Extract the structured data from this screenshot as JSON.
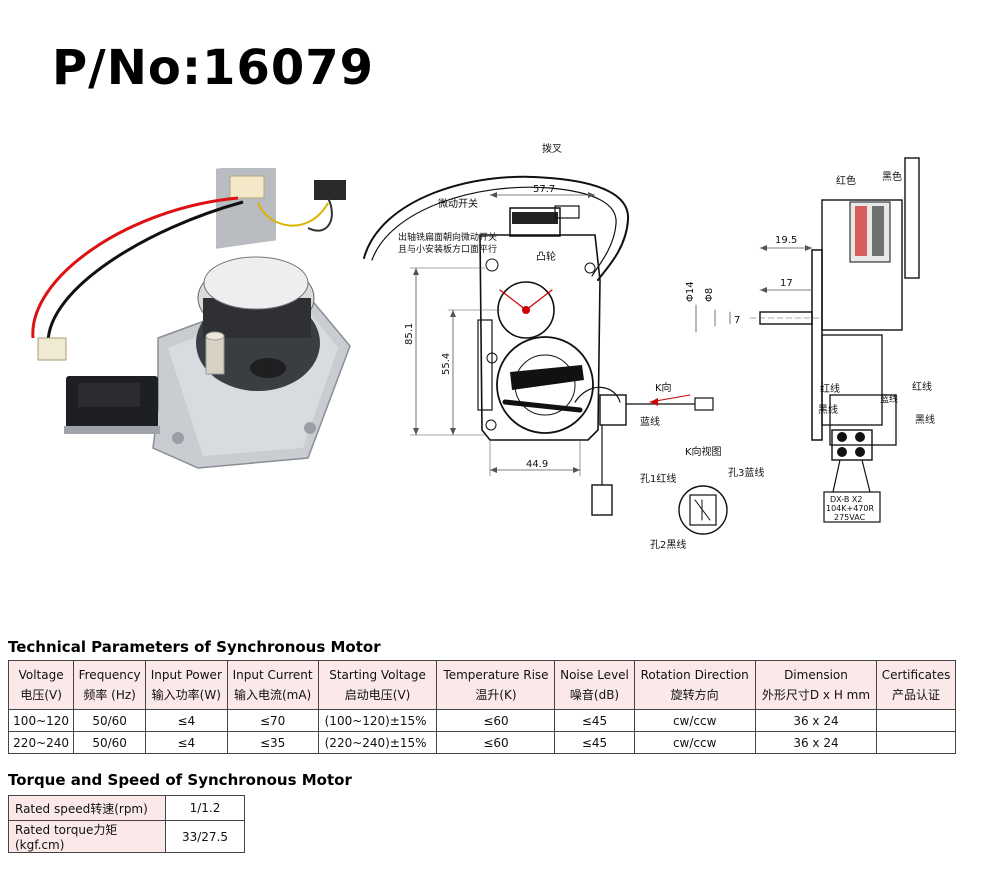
{
  "title": "P/No:16079",
  "drawing": {
    "labels": {
      "fork": "拨叉",
      "microswitch": "微动开关",
      "shaft_note_1": "出轴铣扁面朝向微动开关",
      "shaft_note_2": "且与小安装板方口面平行",
      "cam": "凸轮",
      "k_dir": "K向",
      "blue_wire": "蓝线",
      "k_view": "K向视图",
      "hole1": "孔1红线",
      "hole3": "孔3蓝线",
      "hole2": "孔2黑线",
      "red": "红色",
      "black": "黑色",
      "red_wire_l": "红线",
      "black_wire_l": "黑线",
      "red_wire_r": "红线",
      "black_wire_r": "黑线",
      "blue_wire_r": "蓝线",
      "cap_line1": "DX-B X2",
      "cap_line2": "104K+470R",
      "cap_line3": "275VAC"
    },
    "dims": {
      "d57_7": "57.7",
      "d85_1": "85.1",
      "d55_4": "55.4",
      "d44_9": "44.9",
      "d19_5": "19.5",
      "d17": "17",
      "d14": "Φ14",
      "d8": "Φ8",
      "d7": "7"
    }
  },
  "section1_title": "Technical Parameters of Synchronous Motor",
  "params_table": {
    "headers": [
      [
        "Voltage",
        "电压(V)"
      ],
      [
        "Frequency",
        "频率 (Hz)"
      ],
      [
        "Input Power",
        "输入功率(W)"
      ],
      [
        "Input Current",
        "输入电流(mA)"
      ],
      [
        "Starting Voltage",
        "启动电压(V)"
      ],
      [
        "Temperature Rise",
        "温升(K)"
      ],
      [
        "Noise Level",
        "噪音(dB)"
      ],
      [
        "Rotation Direction",
        "旋转方向"
      ],
      [
        "Dimension",
        "外形尺寸D x H mm"
      ],
      [
        "Certificates",
        "产品认证"
      ]
    ],
    "rows": [
      [
        "100~120",
        "50/60",
        "≤4",
        "≤70",
        "(100~120)±15%",
        "≤60",
        "≤45",
        "cw/ccw",
        "36 x 24",
        ""
      ],
      [
        "220~240",
        "50/60",
        "≤4",
        "≤35",
        "(220~240)±15%",
        "≤60",
        "≤45",
        "cw/ccw",
        "36 x 24",
        ""
      ]
    ]
  },
  "section2_title": "Torque and Speed of Synchronous Motor",
  "torque_table": [
    {
      "label": "Rated speed转速(rpm)",
      "value": "1/1.2"
    },
    {
      "label": "Rated torque力矩(kgf.cm)",
      "value": "33/27.5"
    }
  ],
  "colors": {
    "header_bg": "#fbe9e9",
    "accent_red": "#cc0000"
  }
}
